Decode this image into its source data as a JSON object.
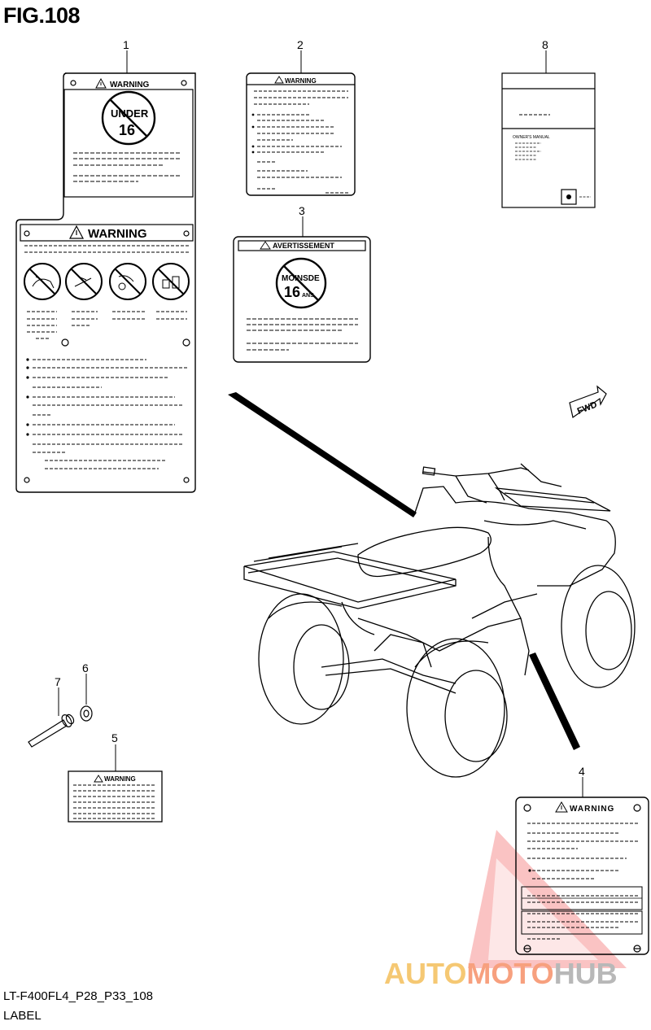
{
  "figure": {
    "title": "FIG.108"
  },
  "footer": {
    "model_code": "LT-F400FL4_P28_P33_108",
    "caption": "LABEL"
  },
  "callouts": {
    "c1": "1",
    "c2": "2",
    "c3": "3",
    "c4": "4",
    "c5": "5",
    "c6": "6",
    "c7": "7",
    "c8": "8"
  },
  "labels": {
    "warning": "WARNING",
    "avertissement": "AVERTISSEMENT",
    "under": "UNDER",
    "age16": "16",
    "moinsde": "MOINSDE",
    "ans": "ANS",
    "owners_manual": "OWNER'S MANUAL",
    "fwd": "FWD"
  },
  "watermark": {
    "part1": "AUTO",
    "part2": "MOTO",
    "part3": "HUB"
  }
}
